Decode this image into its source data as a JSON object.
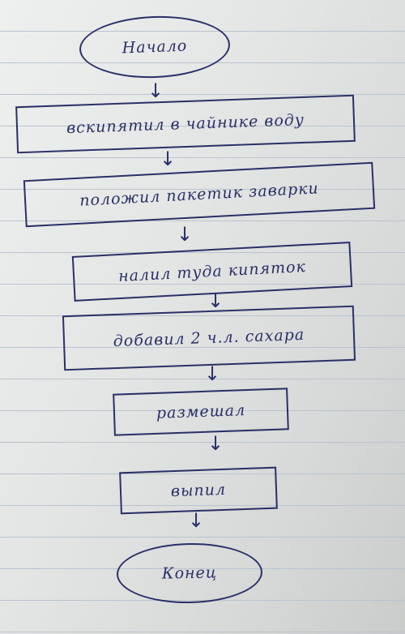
{
  "flowchart": {
    "start": "Начало",
    "steps": [
      "вскипятил в чайнике воду",
      "положил пакетик заварки",
      "налил туда кипяток",
      "добавил 2 ч.л. сахара",
      "размешал",
      "выпил"
    ],
    "end": "Конец"
  },
  "colors": {
    "ink": "#2b2f66",
    "paper": "#e6e8e7",
    "rule": "#b9c4ce"
  }
}
